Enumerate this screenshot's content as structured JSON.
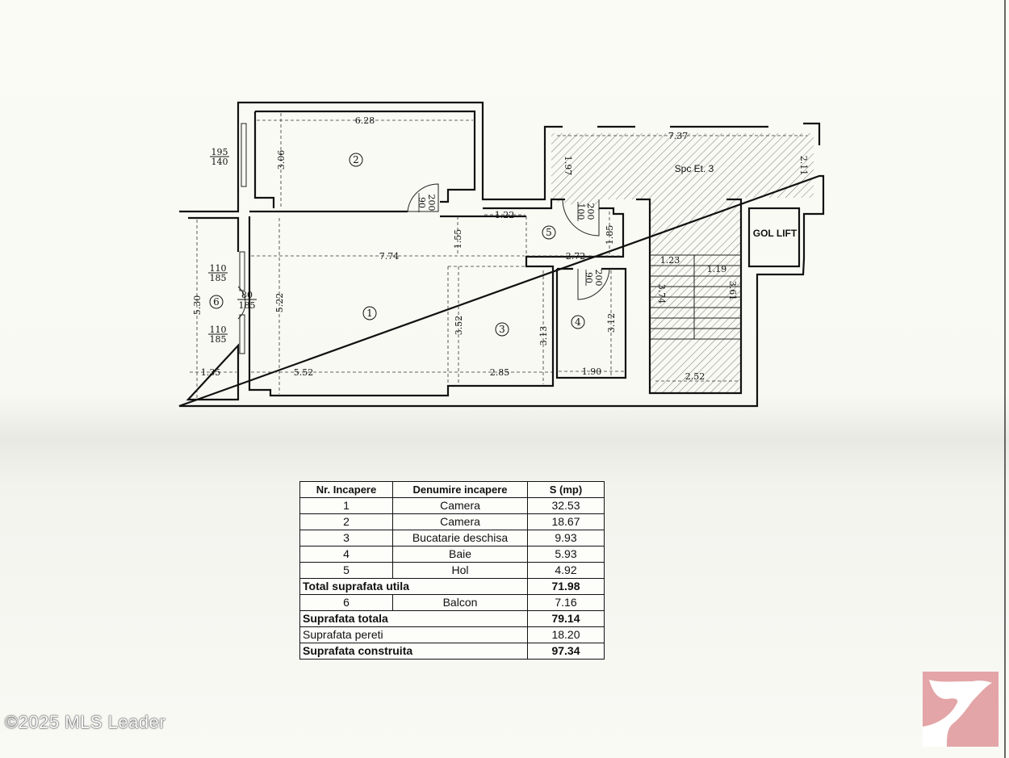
{
  "plan": {
    "rooms": {
      "r1": "1",
      "r2": "2",
      "r3": "3",
      "r4": "4",
      "r5": "5",
      "r6": "6"
    },
    "dims": {
      "d628": "6.28",
      "d306": "3.06",
      "d774": "7.74",
      "d155": "1.55",
      "d122": "1.22",
      "d522": "5.22",
      "d530": "5.30",
      "d135": "1.35",
      "d552": "5.52",
      "d352": "3.52",
      "d285": "2.85",
      "d313": "3.13",
      "d272": "2.72",
      "d185": "1.85",
      "d312": "3.12",
      "d190": "1.90",
      "d737": "7.37",
      "d197": "1.97",
      "d211": "2.11",
      "d123": "1.23",
      "d119": "1.19",
      "d374": "3.74",
      "d361": "3.61",
      "d252": "2.52"
    },
    "openings": {
      "win_top_n": "195",
      "win_top_d": "140",
      "win_a_n": "110",
      "win_a_d": "185",
      "win_b_n": "110",
      "win_b_d": "185",
      "door6_n": "80",
      "door6_d": "185",
      "door2_n": "90",
      "door2_d": "200",
      "door5_n": "100",
      "door5_d": "200",
      "door4_n": "90",
      "door4_d": "200"
    },
    "spc_label": "Spc Et. 3",
    "lift_label": "GOL LIFT"
  },
  "table": {
    "headers": [
      "Nr. Incapere",
      "Denumire incapere",
      "S (mp)"
    ],
    "rows": [
      {
        "nr": "1",
        "name": "Camera",
        "s": "32.53"
      },
      {
        "nr": "2",
        "name": "Camera",
        "s": "18.67"
      },
      {
        "nr": "3",
        "name": "Bucatarie deschisa",
        "s": "9.93"
      },
      {
        "nr": "4",
        "name": "Baie",
        "s": "5.93"
      },
      {
        "nr": "5",
        "name": "Hol",
        "s": "4.92"
      }
    ],
    "total_utila": {
      "label": "Total suprafata utila",
      "s": "71.98"
    },
    "balcon": {
      "nr": "6",
      "name": "Balcon",
      "s": "7.16"
    },
    "totala": {
      "label": "Suprafata totala",
      "s": "79.14"
    },
    "pereti": {
      "label": "Suprafata pereti",
      "s": "18.20"
    },
    "construita": {
      "label": "Suprafata construita",
      "s": "97.34"
    }
  },
  "watermark": "©2025 MLS Leader",
  "colors": {
    "logo": "#e3a5a7",
    "line": "#111111",
    "paper": "#fbfbf6"
  }
}
